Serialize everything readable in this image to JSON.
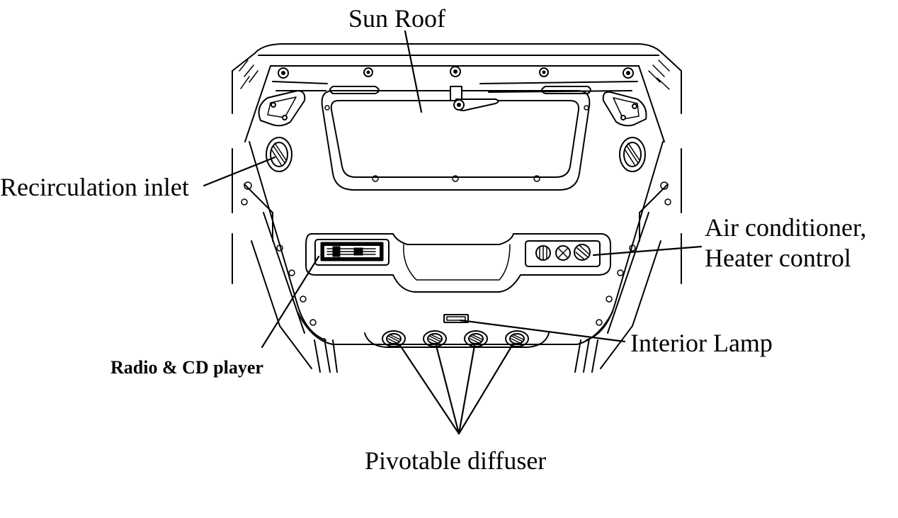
{
  "labels": {
    "sun_roof": "Sun Roof",
    "recirculation_inlet": "Recirculation inlet",
    "ac_line1": "Air conditioner,",
    "ac_line2": "Heater control",
    "interior_lamp": "Interior Lamp",
    "radio_cd": "Radio & CD player",
    "pivotable_diffuser": "Pivotable diffuser"
  },
  "colors": {
    "line": "#000000",
    "background": "#ffffff"
  }
}
